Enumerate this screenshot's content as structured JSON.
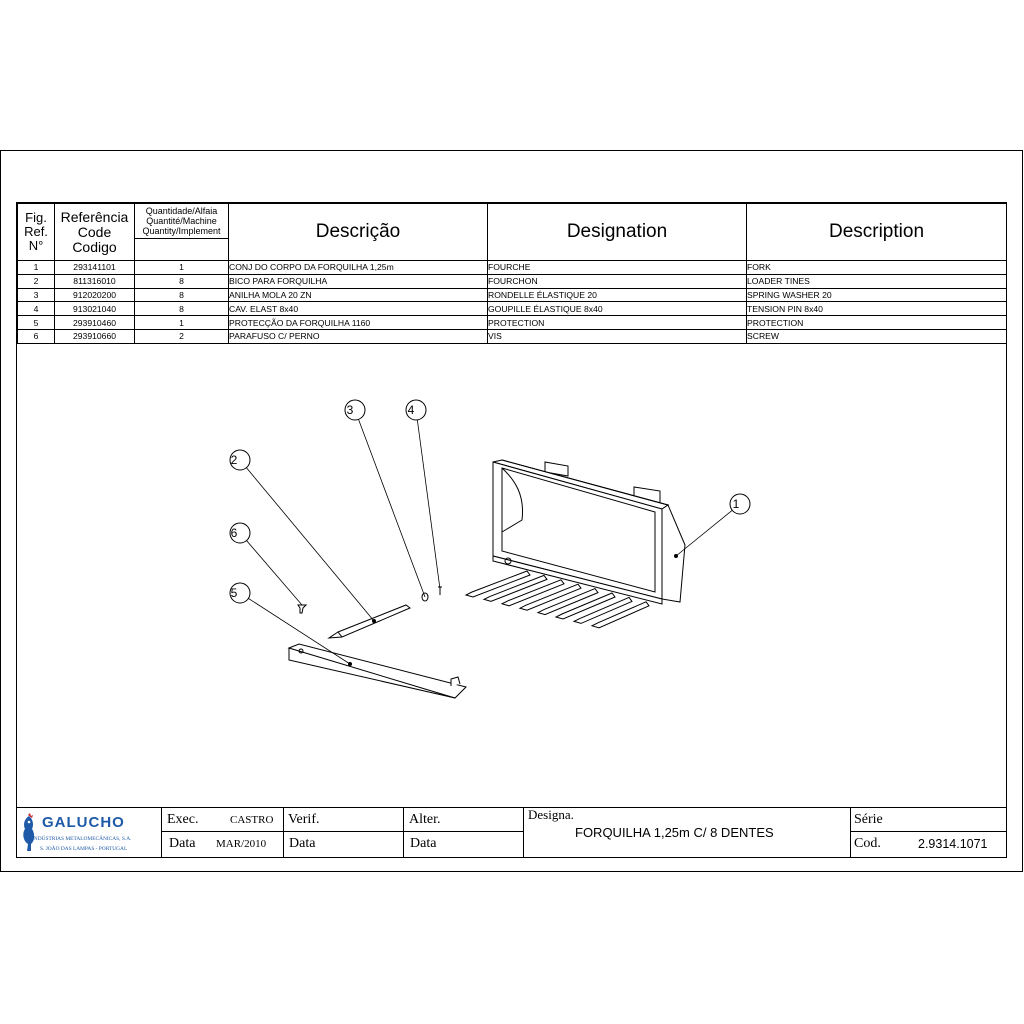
{
  "table": {
    "headers": {
      "fig": [
        "Fig.",
        "Ref.",
        "N°"
      ],
      "ref": [
        "Referência",
        "Code",
        "Codigo"
      ],
      "qty": [
        "Quantidade/Alfaia",
        "Quantité/Machine",
        "Quantity/Implement"
      ],
      "descricao": "Descrição",
      "designation": "Designation",
      "description": "Description"
    },
    "rows": [
      {
        "fig": "1",
        "code": "293141101",
        "qty": "1",
        "pt": "CONJ DO CORPO DA FORQUILHA 1,25m",
        "fr": "FOURCHE",
        "en": "FORK"
      },
      {
        "fig": "2",
        "code": "811316010",
        "qty": "8",
        "pt": "BICO PARA FORQUILHA",
        "fr": "FOURCHON",
        "en": "LOADER TINES"
      },
      {
        "fig": "3",
        "code": "912020200",
        "qty": "8",
        "pt": "ANILHA MOLA 20 ZN",
        "fr": "RONDELLE ÉLASTIQUE 20",
        "en": "SPRING WASHER 20"
      },
      {
        "fig": "4",
        "code": "913021040",
        "qty": "8",
        "pt": "CAV. ELAST 8x40",
        "fr": "GOUPILLE ÉLASTIQUE 8x40",
        "en": "TENSION PIN 8x40"
      },
      {
        "fig": "5",
        "code": "293910460",
        "qty": "1",
        "pt": "PROTECÇÃO DA FORQUILHA 1160",
        "fr": "PROTECTION",
        "en": "PROTECTION"
      },
      {
        "fig": "6",
        "code": "293910660",
        "qty": "2",
        "pt": "PARAFUSO C/ PERNO",
        "fr": "VIS",
        "en": "SCREW"
      }
    ]
  },
  "callouts": [
    "1",
    "2",
    "3",
    "4",
    "5",
    "6"
  ],
  "title_block": {
    "logo": {
      "name": "GALUCHO",
      "line1": "INDÚSTRIAS METALOMECÂNICAS, S.A.",
      "line2": "S. JOÃO DAS LAMPAS - PORTUGAL",
      "color": "#1f5aa8",
      "accent": "#c8232c"
    },
    "exec_label": "Exec.",
    "exec_value": "CASTRO",
    "data_label": "Data",
    "data_value": "MAR/2010",
    "verif_label": "Verif.",
    "verif_data_label": "Data",
    "alter_label": "Alter.",
    "alter_data_label": "Data",
    "designa_label": "Designa.",
    "designa_value": "FORQUILHA 1,25m C/ 8 DENTES",
    "serie_label": "Série",
    "cod_label": "Cod.",
    "cod_value": "2.9314.1071"
  }
}
